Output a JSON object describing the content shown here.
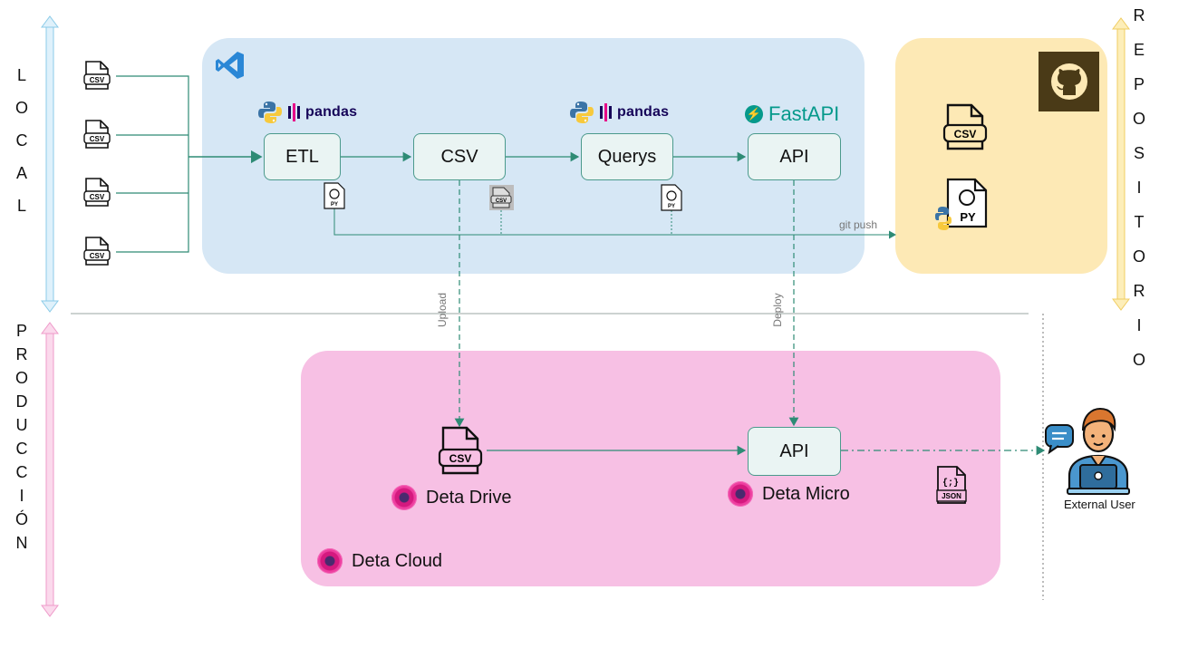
{
  "side_labels": {
    "local": [
      "L",
      "O",
      "C",
      "A",
      "L"
    ],
    "produccion": [
      "P",
      "R",
      "O",
      "D",
      "U",
      "C",
      "C",
      "I",
      "Ó",
      "N"
    ],
    "repositorio": [
      "R",
      "E",
      "P",
      "O",
      "S",
      "I",
      "T",
      "O",
      "R",
      "I",
      "O"
    ]
  },
  "libraries": {
    "pandas_1": "pandas",
    "pandas_2": "pandas",
    "fastapi": "FastAPI"
  },
  "nodes": {
    "etl": "ETL",
    "csv": "CSV",
    "querys": "Querys",
    "api_local": "API",
    "api_prod": "API"
  },
  "file_icons": {
    "csv": "CSV",
    "py": "PY",
    "json": "JSON"
  },
  "edge_labels": {
    "git_push": "git push",
    "upload": "Upload",
    "deploy": "Deploy"
  },
  "deta": {
    "drive": "Deta Drive",
    "micro": "Deta Micro",
    "cloud": "Deta Cloud"
  },
  "external_user": "External User",
  "colors": {
    "local_region": "#d6e7f5",
    "repo_region": "#fde9b5",
    "prod_region": "#f7c0e4",
    "edge": "#2e8b75",
    "local_arrow": "#9dd4ee",
    "prod_arrow": "#f0a6cf",
    "repo_arrow": "#f6d77d"
  }
}
